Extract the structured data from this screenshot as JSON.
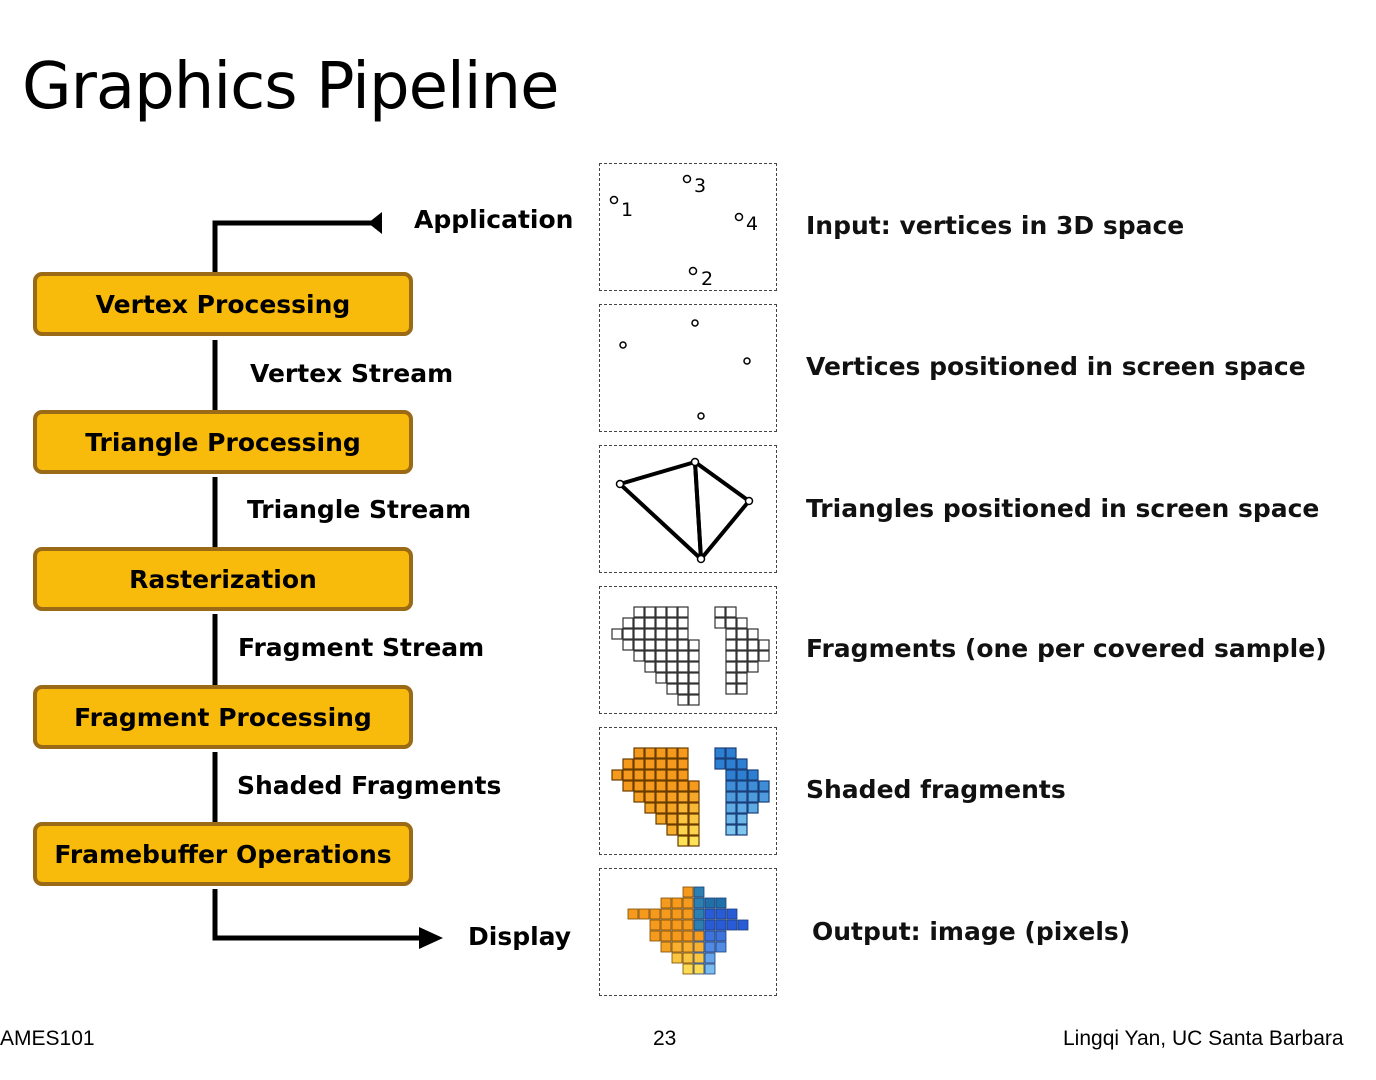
{
  "slide": {
    "title": "Graphics Pipeline",
    "footer_left": "AMES101",
    "page_number": "23",
    "footer_right": "Lingqi Yan, UC Santa Barbara"
  },
  "pipeline": {
    "input_label": "Application",
    "output_label": "Display",
    "stages": [
      "Vertex Processing",
      "Triangle Processing",
      "Rasterization",
      "Fragment Processing",
      "Framebuffer Operations"
    ],
    "streams": [
      "Vertex Stream",
      "Triangle Stream",
      "Fragment Stream",
      "Shaded Fragments"
    ]
  },
  "descriptions": [
    "Input: vertices in 3D space",
    "Vertices positioned in screen space",
    "Triangles positioned in screen space",
    "Fragments (one per covered sample)",
    "Shaded fragments",
    "Output: image (pixels)"
  ],
  "vertex_numbers": [
    "1",
    "2",
    "3",
    "4"
  ],
  "colors": {
    "stage_fill": "#f9bb0b",
    "stage_border": "#9a6a17",
    "orange_fragment": "#f59a1c",
    "blue_fragment": "#2c7fd1",
    "yellow_fragment": "#fff064",
    "light_blue_fragment": "#8fd4f5"
  }
}
